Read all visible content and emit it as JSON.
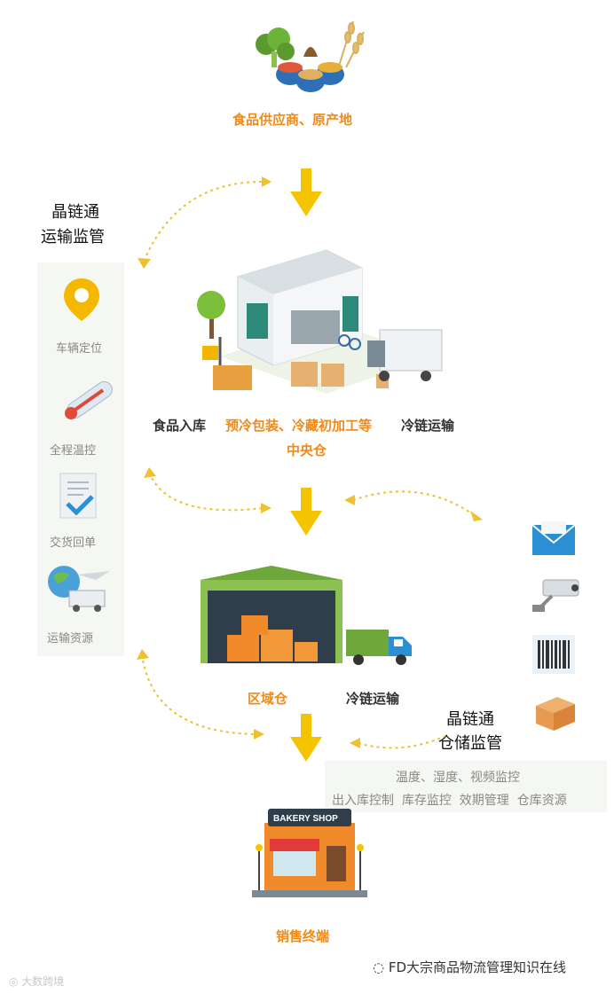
{
  "supplier": {
    "label": "食品供应商、原产地"
  },
  "transport": {
    "title_line1": "晶链通",
    "title_line2": "运输监管",
    "items": [
      {
        "label": "车辆定位",
        "icon": "location-pin-icon"
      },
      {
        "label": "全程温控",
        "icon": "thermometer-icon"
      },
      {
        "label": "交货回单",
        "icon": "document-check-icon"
      },
      {
        "label": "运输资源",
        "icon": "globe-transport-icon"
      }
    ]
  },
  "central": {
    "inbound": "食品入库",
    "processing": "预冷包装、冷藏初加工等",
    "cold_chain": "冷链运输",
    "name": "中央仓"
  },
  "regional": {
    "name": "区域仓",
    "cold_chain": "冷链运输"
  },
  "warehouse_mgmt": {
    "title_line1": "晶链通",
    "title_line2": "仓储监管",
    "line1": "温度、湿度、视频监控",
    "line2": "出入库控制  库存监控  效期管理  仓库资源",
    "icons": [
      "envelope-icon",
      "cctv-camera-icon",
      "barcode-icon",
      "box-icon"
    ]
  },
  "shop": {
    "sign": "BAKERY SHOP",
    "label": "销售终端"
  },
  "watermark": {
    "left": "大数跨境",
    "right": "FD大宗商品物流管理知识在线"
  },
  "colors": {
    "orange": "#ef8a1a",
    "arrow": "#f5c400",
    "panel": "#f5f7f2"
  }
}
